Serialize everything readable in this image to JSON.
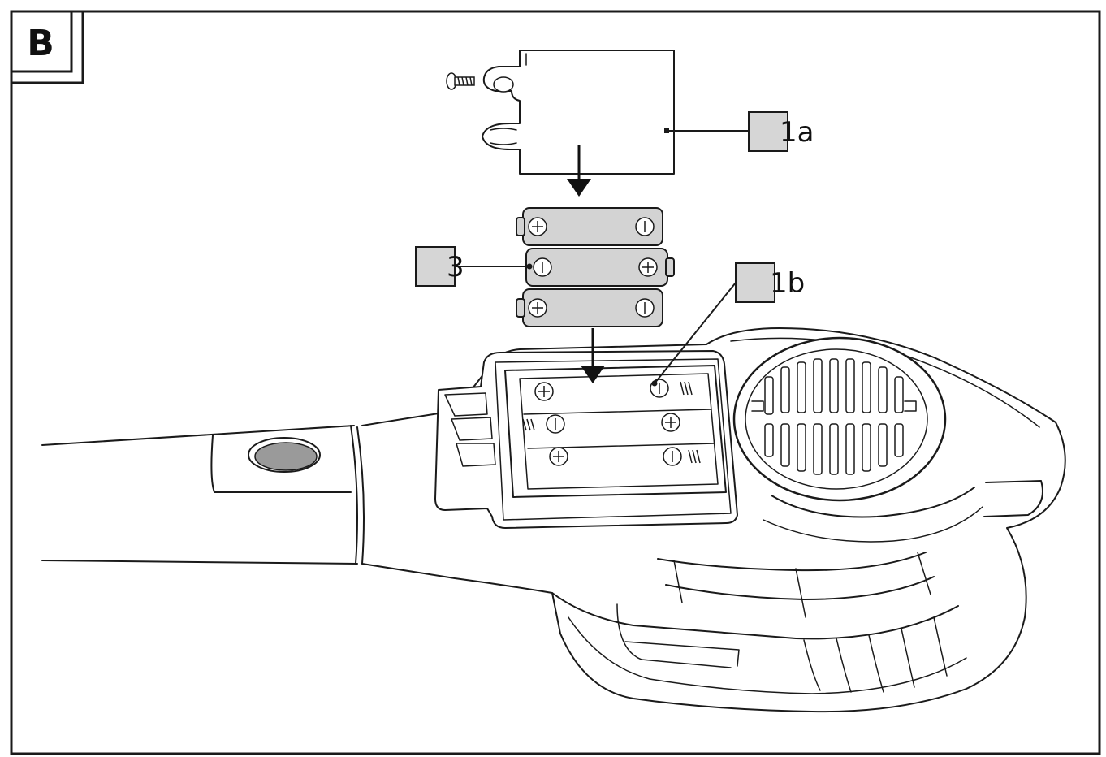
{
  "panel": {
    "letter": "B"
  },
  "callouts": [
    {
      "id": "1a",
      "label": "1a"
    },
    {
      "id": "3",
      "label": "3"
    },
    {
      "id": "1b",
      "label": "1b"
    }
  ],
  "colors": {
    "line": "#1a1a1a",
    "battery_fill": "#d3d3d3",
    "callout_fill": "#d6d6d6",
    "background": "#ffffff"
  }
}
